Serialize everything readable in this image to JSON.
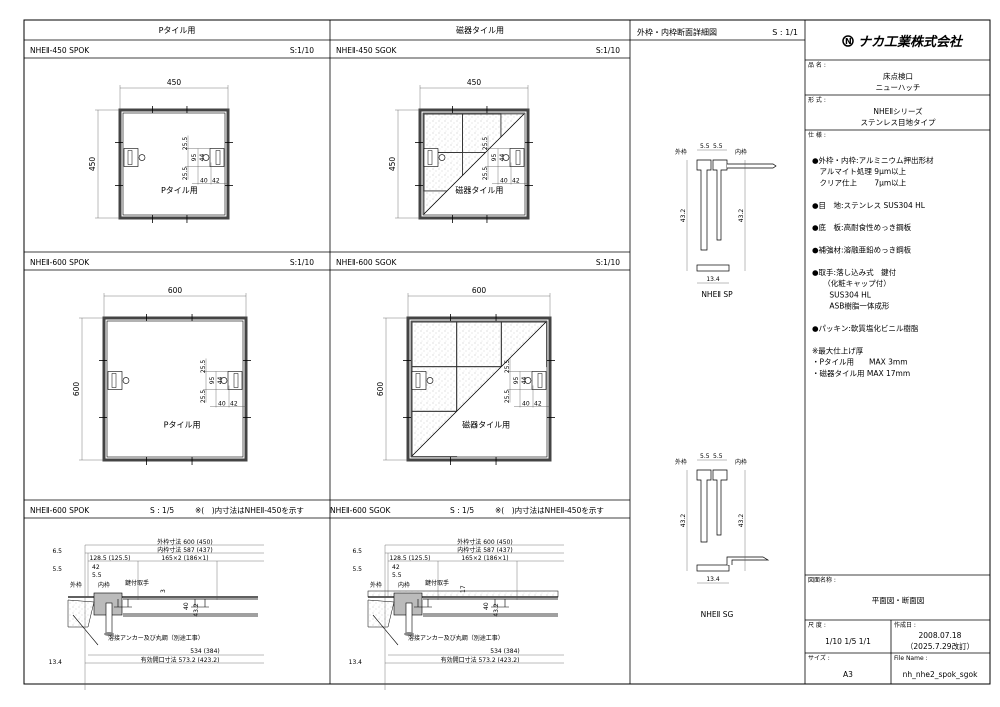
{
  "headers": {
    "col1": "Pタイル用",
    "col2": "磁器タイル用",
    "col3": "外枠・内枠断面詳細図",
    "col3_scale": "S : 1/1"
  },
  "plans": [
    {
      "title": "NHEⅡ-450 SPOK",
      "scale": "S:1/10",
      "w": "450",
      "h": "450",
      "d1": "25.5",
      "d2": "95",
      "d3": "44",
      "d4": "25.5",
      "d5": "40",
      "d6": "42",
      "label": "Pタイル用",
      "tiles": false
    },
    {
      "title": "NHEⅡ-450 SGOK",
      "scale": "S:1/10",
      "w": "450",
      "h": "450",
      "d1": "25.5",
      "d2": "95",
      "d3": "44",
      "d4": "25.5",
      "d5": "40",
      "d6": "42",
      "label": "磁器タイル用",
      "tiles": true
    },
    {
      "title": "NHEⅡ-600 SPOK",
      "scale": "S:1/10",
      "w": "600",
      "h": "600",
      "d1": "25.5",
      "d2": "95",
      "d3": "44",
      "d4": "25.5",
      "d5": "40",
      "d6": "42",
      "label": "Pタイル用",
      "tiles": false
    },
    {
      "title": "NHEⅡ-600 SGOK",
      "scale": "S:1/10",
      "w": "600",
      "h": "600",
      "d1": "25.5",
      "d2": "95",
      "d3": "44",
      "d4": "25.5",
      "d5": "40",
      "d6": "42",
      "label": "磁器タイル用",
      "tiles": true
    }
  ],
  "sections": [
    {
      "title": "NHEⅡ-600 SPOK",
      "scale": "S : 1/5",
      "note": "※(　)内寸法はNHEⅡ-450を示す",
      "tiles": false,
      "outer": "外枠寸法 600 (450)",
      "inner": "内枠寸法 587 (437)",
      "a": "128.5 (125.5)",
      "b": "165×2 (186×1)",
      "d65": "6.5",
      "d55a": "5.5",
      "d42": "42",
      "d55b": "5.5",
      "d3": "3",
      "d40": "40",
      "d432": "43.2",
      "d134": "13.4",
      "l_outer": "外枠",
      "l_inner": "内枠",
      "l_handle": "鍵付取手",
      "l_anchor": "溶接アンカー及び丸鋼（別途工事）",
      "d534": "534 (384)",
      "open": "有効開口寸法 573.2 (423.2)"
    },
    {
      "title": "NHEⅡ-600 SGOK",
      "scale": "S : 1/5",
      "note": "※(　)内寸法はNHEⅡ-450を示す",
      "tiles": true,
      "outer": "外枠寸法 600 (450)",
      "inner": "内枠寸法 587 (437)",
      "a": "128.5 (125.5)",
      "b": "165×2 (186×1)",
      "d65": "6.5",
      "d55a": "5.5",
      "d42": "42",
      "d55b": "5.5",
      "d3": "17",
      "d40": "40",
      "d432": "43.2",
      "d134": "13.4",
      "l_outer": "外枠",
      "l_inner": "内枠",
      "l_handle": "鍵付取手",
      "l_anchor": "溶接アンカー及び丸鋼（別途工事）",
      "d534": "534 (384)",
      "open": "有効開口寸法 573.2 (423.2)"
    }
  ],
  "profiles": [
    {
      "name": "NHEⅡ SP",
      "gap1": "5.5",
      "gap2": "5.5",
      "hl": "43.2",
      "hr": "43.2",
      "w": "13.4",
      "outer": "外枠",
      "inner": "内枠"
    },
    {
      "name": "NHEⅡ SG",
      "gap1": "5.5",
      "gap2": "5.5",
      "hl": "43.2",
      "hr": "43.2",
      "w": "13.4",
      "outer": "外枠",
      "inner": "内枠"
    }
  ],
  "titleblock": {
    "company": "ナカ工業株式会社",
    "product_label": "品 名 :",
    "product": [
      "床点検口",
      "ニューハッチ"
    ],
    "type_label": "形 式 :",
    "type": [
      "NHEⅡシリーズ",
      "ステンレス目地タイプ"
    ],
    "spec_label": "仕 様 :",
    "spec": [
      "●外枠・内枠:アルミニウム押出形材",
      "　アルマイト処理  9μm以上",
      "　クリア仕上　　 7μm以上",
      "",
      "●目　地:ステンレス  SUS304   HL",
      "",
      "●底　板:高耐食性めっき鋼板",
      "",
      "●補強材:溶融亜鉛めっき鋼板",
      "",
      "●取手:落し込み式　鍵付",
      "　　（化粧キャップ付）",
      "　　 SUS304 HL",
      "　　 ASB樹脂一体成形",
      "",
      "●パッキン:軟質塩化ビニル樹脂",
      "",
      "※最大仕上げ厚",
      " ・Pタイル用　　MAX  3mm",
      " ・磁器タイル用  MAX  17mm"
    ],
    "drawing_label": "図面名称 :",
    "drawing": "平面図・断面図",
    "scale_label": "尺 度 :",
    "scale": "1/10  1/5  1/1",
    "date_label": "作成日 :",
    "date": [
      "2008.07.18",
      "（2025.7.29改訂）"
    ],
    "size_label": "サイズ :",
    "size": "A3",
    "file_label": "File Name :",
    "file": "nh_nhe2_spok_sgok"
  }
}
